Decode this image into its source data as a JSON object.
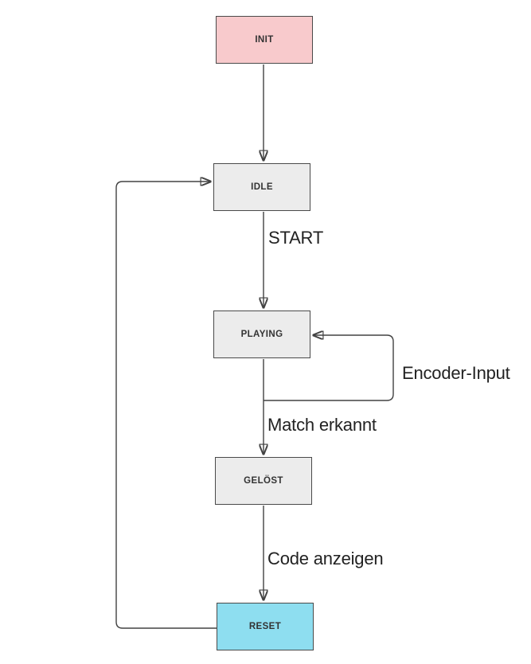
{
  "diagram": {
    "type": "state-machine-flowchart",
    "nodes": [
      {
        "id": "init",
        "label": "INIT"
      },
      {
        "id": "idle",
        "label": "IDLE"
      },
      {
        "id": "playing",
        "label": "PLAYING"
      },
      {
        "id": "geloest",
        "label": "GELÖST"
      },
      {
        "id": "reset",
        "label": "RESET"
      }
    ],
    "edges": [
      {
        "from": "init",
        "to": "idle",
        "label": ""
      },
      {
        "from": "idle",
        "to": "playing",
        "label": "START"
      },
      {
        "from": "playing",
        "to": "playing",
        "label": "Encoder-Input"
      },
      {
        "from": "playing",
        "to": "geloest",
        "label": "Match erkannt"
      },
      {
        "from": "geloest",
        "to": "reset",
        "label": "Code anzeigen"
      },
      {
        "from": "reset",
        "to": "idle",
        "label": ""
      }
    ],
    "colors": {
      "background": "#ffffff",
      "init_fill": "#f8cacc",
      "state_fill": "#ececec",
      "reset_fill": "#8edef0",
      "border": "#4a4a4a",
      "line": "#424242",
      "arrow": "#1a1a1a",
      "node_text": "#333333",
      "label_text": "#222222"
    }
  }
}
